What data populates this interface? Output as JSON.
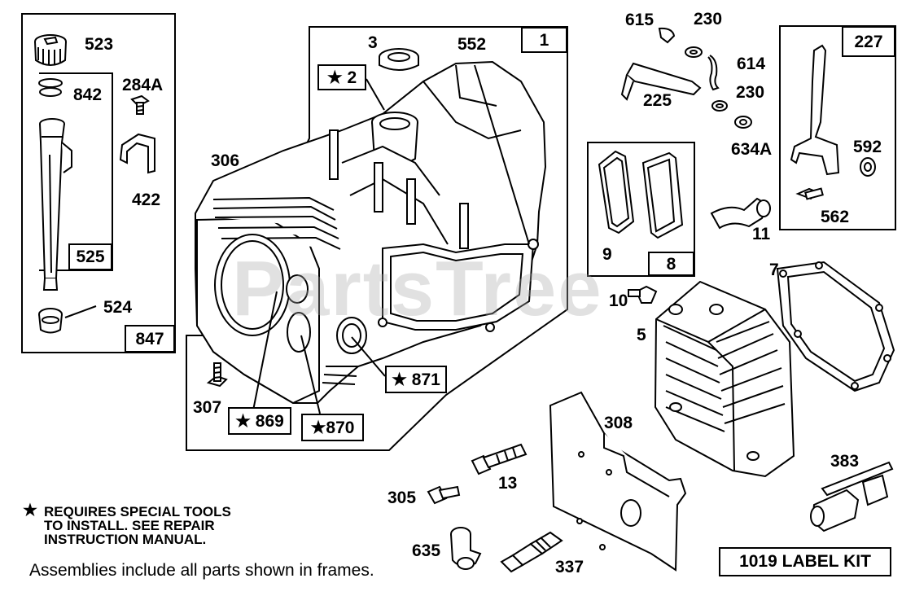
{
  "watermark": "PartsTree",
  "part_labels": {
    "p523": "523",
    "p842": "842",
    "p284a": "284A",
    "p422": "422",
    "p524": "524",
    "p3": "3",
    "p552": "552",
    "p306": "306",
    "p307": "307",
    "p615": "615",
    "p230a": "230",
    "p614": "614",
    "p225": "225",
    "p230b": "230",
    "p634a": "634A",
    "p592": "592",
    "p562": "562",
    "p11": "11",
    "p9": "9",
    "p7": "7",
    "p10": "10",
    "p5": "5",
    "p308": "308",
    "p13": "13",
    "p305": "305",
    "p635": "635",
    "p337": "337",
    "p383": "383"
  },
  "boxed_labels": {
    "b1": "1",
    "b2": "★ 2",
    "b525": "525",
    "b847": "847",
    "b871": "★ 871",
    "b869": "★ 869",
    "b870": "★870",
    "b227": "227",
    "b8": "8"
  },
  "notes": {
    "star": "★",
    "special_tools_line1": "REQUIRES SPECIAL TOOLS",
    "special_tools_line2": "TO INSTALL.  SEE REPAIR",
    "special_tools_line3": "INSTRUCTION MANUAL.",
    "assemblies": "Assemblies include all parts shown in frames."
  },
  "label_kit": "1019 LABEL KIT"
}
